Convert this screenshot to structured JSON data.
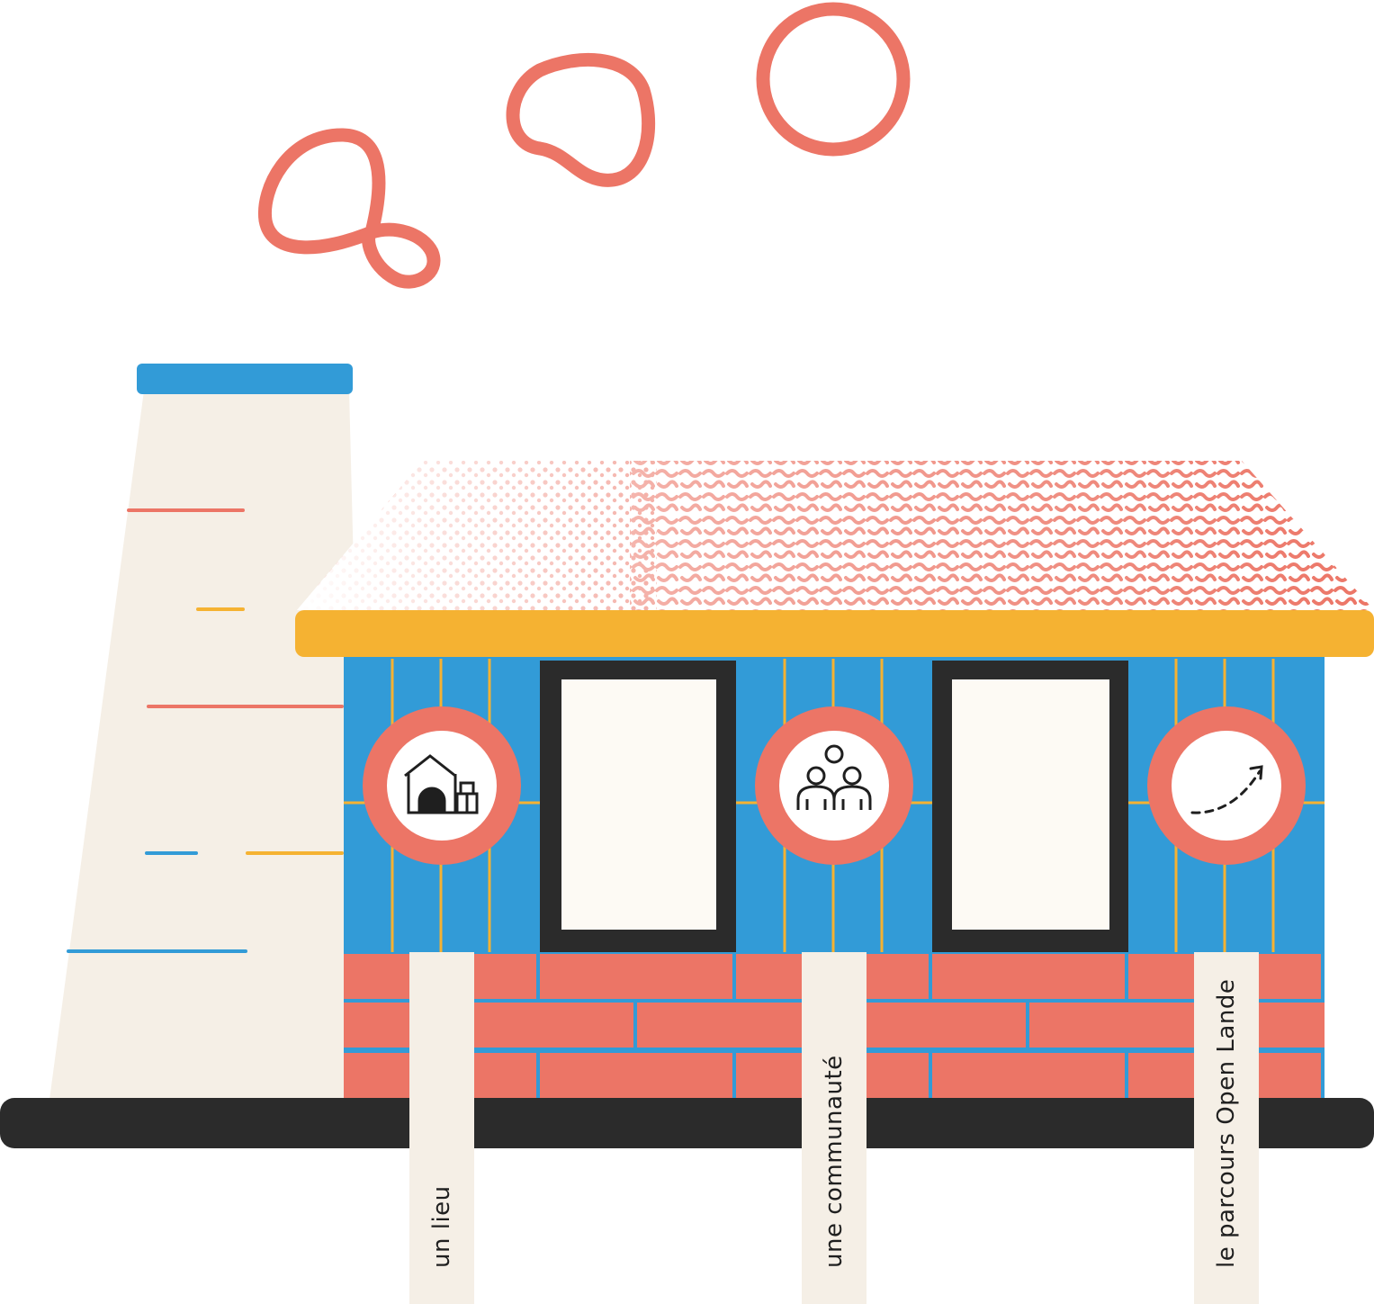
{
  "colors": {
    "coral": "#ec7566",
    "blue": "#329bd7",
    "yellow": "#f5b232",
    "cream": "#f5efe6",
    "dark": "#2b2b2b",
    "window": "#fdfaf4"
  },
  "nav": [
    {
      "id": "lieu",
      "label": "un lieu",
      "icon": "house-icon"
    },
    {
      "id": "communaute",
      "label": "une communauté",
      "icon": "community-icon"
    },
    {
      "id": "parcours",
      "label": "le parcours Open Lande",
      "icon": "path-arrow-icon"
    }
  ]
}
